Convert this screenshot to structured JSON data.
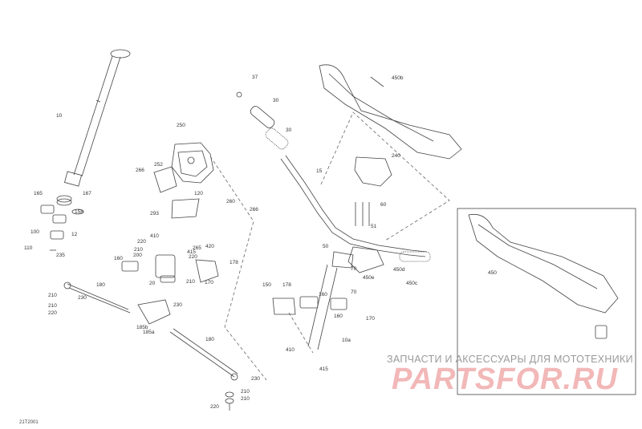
{
  "diagram": {
    "labels": [
      "10",
      "165",
      "167",
      "158",
      "100",
      "12",
      "110",
      "235",
      "250",
      "252",
      "266",
      "120",
      "293",
      "260",
      "266",
      "220",
      "410",
      "210",
      "200",
      "20",
      "265",
      "420",
      "220",
      "415",
      "210",
      "160",
      "170",
      "178",
      "180",
      "230",
      "210",
      "210",
      "220",
      "185b",
      "185a",
      "230",
      "180",
      "230",
      "210",
      "210",
      "220",
      "37",
      "30",
      "30",
      "15",
      "450b",
      "240",
      "60",
      "51",
      "50",
      "70",
      "450d",
      "450c",
      "450e",
      "150",
      "178",
      "160",
      "160",
      "70",
      "170",
      "410",
      "10a",
      "415"
    ],
    "inset_label": "450",
    "drawing_code": "21T2001"
  },
  "watermark": {
    "line1": "ЗАПЧАСТИ И АКСЕССУАРЫ ДЛЯ МОТОТЕХНИКИ",
    "line2": "PARTSFOR.RU"
  },
  "colors": {
    "ink": "#333333",
    "watermark_gray": "#9a9a9a",
    "watermark_red": "#f2b8b8"
  }
}
